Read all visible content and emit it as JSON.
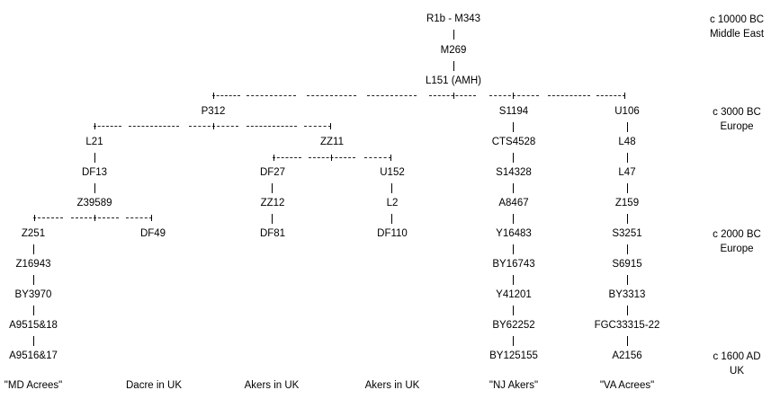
{
  "nodes": {
    "r1b": "R1b - M343",
    "m269": "M269",
    "l151": "L151 (AMH)",
    "p312": "P312",
    "l21": "L21",
    "df13": "DF13",
    "z39589": "Z39589",
    "z251": "Z251",
    "z16943": "Z16943",
    "by3970": "BY3970",
    "a9515": "A9515&18",
    "a9516": "A9516&17",
    "df49": "DF49",
    "zz11": "ZZ11",
    "df27": "DF27",
    "zz12": "ZZ12",
    "df81": "DF81",
    "u152": "U152",
    "l2": "L2",
    "df110": "DF110",
    "s1194": "S1194",
    "cts4528": "CTS4528",
    "s14328": "S14328",
    "a8467": "A8467",
    "y16483": "Y16483",
    "by16743": "BY16743",
    "y41201": "Y41201",
    "by62252": "BY62252",
    "by125155": "BY125155",
    "u106": "U106",
    "l48": "L48",
    "l47": "L47",
    "z159": "Z159",
    "s3251": "S3251",
    "s6915": "S6915",
    "by3313": "BY3313",
    "fgc33315": "FGC33315-22",
    "a2156": "A2156"
  },
  "eras": [
    {
      "date": "c 10000 BC",
      "place": "Middle East"
    },
    {
      "date": "c 3000 BC",
      "place": "Europe"
    },
    {
      "date": "c 2000 BC",
      "place": "Europe"
    },
    {
      "date": "c 1600 AD",
      "place": "UK"
    }
  ],
  "families": [
    "\"MD Acrees\"",
    "Dacre in UK",
    "Akers in UK",
    "Akers in UK",
    "\"NJ Akers\"",
    "\"VA Acrees\""
  ]
}
